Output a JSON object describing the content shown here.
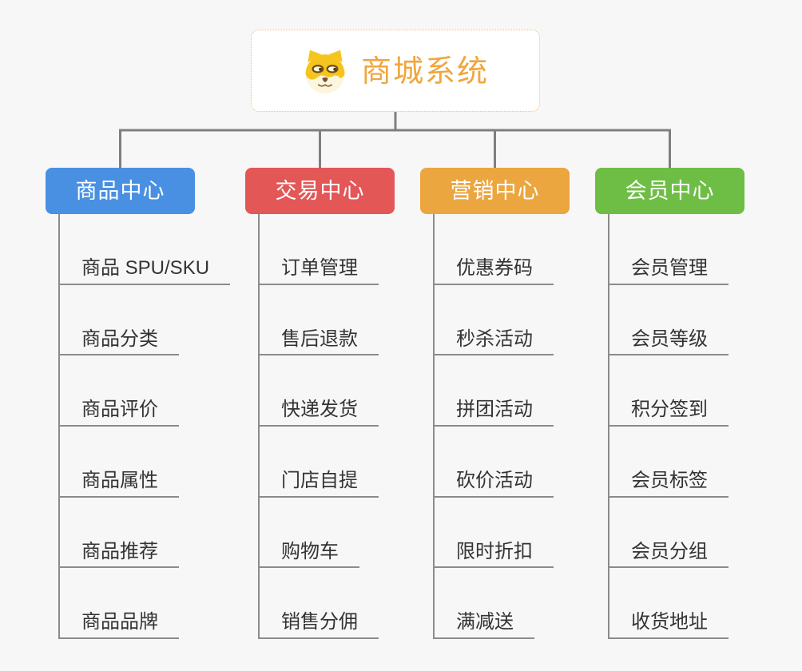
{
  "page": {
    "background": "#f7f7f7",
    "connector_color": "#7f7f7f",
    "spine_color": "#8b8b8b",
    "leaf_text_color": "#333333"
  },
  "root": {
    "title": "商城系统",
    "title_color": "#f0a63e",
    "border_color": "#f0bd72",
    "icon": "shiba-dog-icon"
  },
  "branches": [
    {
      "id": "product-center",
      "label": "商品中心",
      "color": "#4a90e2",
      "children": [
        "商品 SPU/SKU",
        "商品分类",
        "商品评价",
        "商品属性",
        "商品推荐",
        "商品品牌"
      ]
    },
    {
      "id": "trade-center",
      "label": "交易中心",
      "color": "#e35757",
      "children": [
        "订单管理",
        "售后退款",
        "快递发货",
        "门店自提",
        "购物车",
        "销售分佣"
      ]
    },
    {
      "id": "marketing-center",
      "label": "营销中心",
      "color": "#eca63f",
      "children": [
        "优惠券码",
        "秒杀活动",
        "拼团活动",
        "砍价活动",
        "限时折扣",
        "满减送"
      ]
    },
    {
      "id": "member-center",
      "label": "会员中心",
      "color": "#6ebe45",
      "children": [
        "会员管理",
        "会员等级",
        "积分签到",
        "会员标签",
        "会员分组",
        "收货地址"
      ]
    }
  ]
}
